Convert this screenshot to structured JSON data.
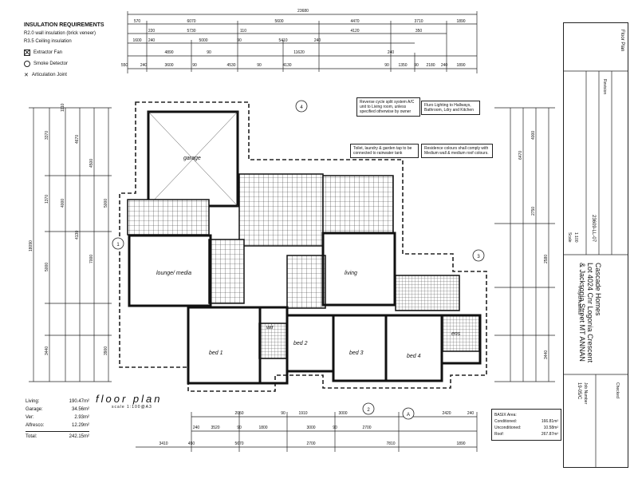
{
  "legend": {
    "title": "INSULATION REQUIREMENTS",
    "items": [
      "R2.0 wall insulation (brick veneer)",
      "R3.5 Ceiling insulation"
    ],
    "symbols": [
      {
        "icon": "extractor-fan-icon",
        "label": "Extractor Fan"
      },
      {
        "icon": "smoke-detector-icon",
        "label": "Smoke Detector"
      },
      {
        "icon": "articulation-joint-icon",
        "label": "Articulation Joint"
      }
    ]
  },
  "dimensions": {
    "top_overall": "23680",
    "top_row1": [
      "570",
      "6070",
      "5600",
      "4470",
      "3710",
      "1890"
    ],
    "top_row2": [
      "220",
      "5730",
      "110",
      "4120",
      "350"
    ],
    "top_row3": [
      "1600",
      "240",
      "5000",
      "90",
      "5410",
      "240"
    ],
    "top_row4": [
      "4890",
      "90",
      "11620",
      "240"
    ],
    "top_row5": [
      "550",
      "240",
      "3600",
      "90",
      "4530",
      "90",
      "4130",
      "90",
      "1350",
      "90",
      "2180",
      "240",
      "1890"
    ],
    "left_overall": "18090",
    "left_col": [
      "1110",
      "3370",
      "5000",
      "1370",
      "4000",
      "3440"
    ],
    "left_col2": [
      "4670",
      "4500",
      "4130",
      "7000",
      "5000",
      "3900"
    ],
    "right_col": [
      "6470",
      "4000",
      "2750",
      "2580",
      "3440"
    ],
    "bottom_row1": [
      "2050",
      "90",
      "1910",
      "3000",
      "2420",
      "240"
    ],
    "bottom_row2": [
      "240",
      "3520",
      "90",
      "1800",
      "3000",
      "90",
      "2700"
    ],
    "bottom_row3": [
      "3410",
      "450",
      "5670",
      "2700",
      "7810",
      "1890"
    ]
  },
  "notes": {
    "hvac": "Reverse cycle split system A/C unit to Living room, unless specified otherwise by owner",
    "lighting": "Fluro Lighting to Hallways, Bathroom, Ldry and Kitchen",
    "rainwater": "Toilet, laundry & garden tap to be connected to rainwater tank",
    "colours": "Residence colours shall comply with Medium wall & medium roof colours."
  },
  "rooms": {
    "garage": "garage",
    "lounge": "lounge/ media",
    "living": "living",
    "bed1": "bed 1",
    "bed2": "bed 2",
    "bed3": "bed 3",
    "bed4": "bed 4",
    "wir": "wir",
    "ens": "ens"
  },
  "grid_markers": [
    "1",
    "2",
    "3",
    "4",
    "A"
  ],
  "drawing_title": "floor plan",
  "drawing_scale": "scale 1:100@A3",
  "areas": {
    "rows": [
      {
        "label": "Living:",
        "value": "190.47m²"
      },
      {
        "label": "Garage:",
        "value": "34.56m²"
      },
      {
        "label": "Ver:",
        "value": "2.93m²"
      },
      {
        "label": "Alfresco:",
        "value": "12.29m²"
      }
    ],
    "total_label": "Total:",
    "total_value": "242.15m²"
  },
  "basix": {
    "title": "BASIX Area:",
    "rows": [
      {
        "label": "Conditioned:",
        "value": "166.81m²"
      },
      {
        "label": "Unconditioned:",
        "value": "10.58m²"
      },
      {
        "label": "Roof:",
        "value": "267.87m²"
      }
    ]
  },
  "title_block": {
    "sheet": "Floor Plan",
    "client": "Cascade Homes",
    "project_label": "Project Address",
    "address_line1": "Lot 4024 Cnr Logonia Crescent",
    "address_line2": "& Jacksonia Street MT ANNAN",
    "job_number_label": "Job Number",
    "job_number": "19-05/C",
    "checked_label": "Checked",
    "revision_label": "Revision",
    "scale_label": "Scale",
    "scale_value": "1:100",
    "drawing_no": "23609-LL-07"
  }
}
